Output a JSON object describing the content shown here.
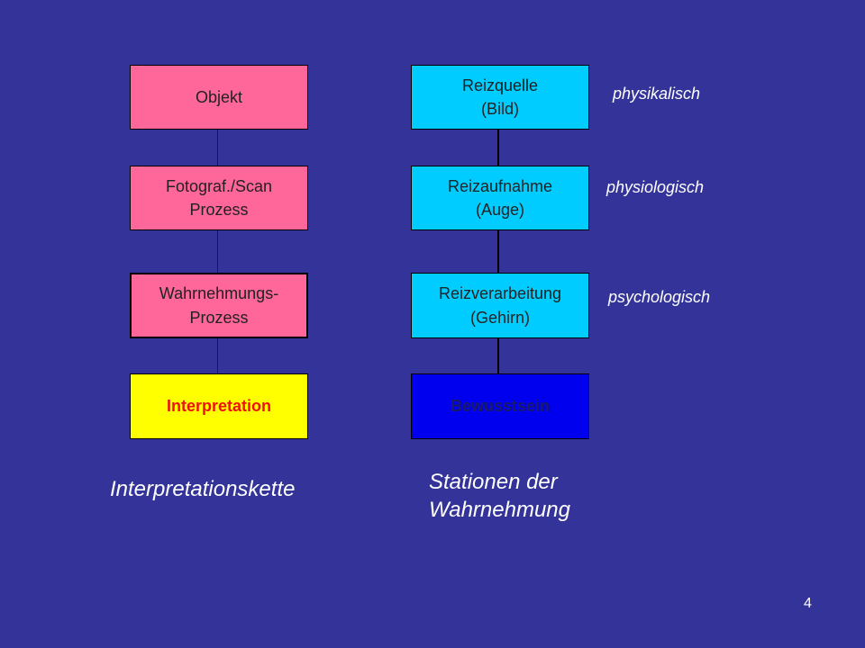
{
  "left_chain": {
    "nodes": [
      {
        "label": "Objekt"
      },
      {
        "label": "Fotograf./Scan\nProzess"
      },
      {
        "label": "Wahrnehmungs-\nProzess"
      },
      {
        "label": "Interpretation"
      }
    ],
    "caption": "Interpretationskette"
  },
  "right_chain": {
    "nodes": [
      {
        "label": "Reizquelle\n(Bild)"
      },
      {
        "label": "Reizaufnahme\n(Auge)"
      },
      {
        "label": "Reizverarbeitung\n(Gehirn)"
      },
      {
        "label": "Bewusstsein"
      }
    ],
    "caption": "Stationen der\nWahrnehmung"
  },
  "side_labels": [
    "physikalisch",
    "physiologisch",
    "psychologisch"
  ],
  "page_number": "4",
  "colors": {
    "background": "#333399",
    "left_boxes": "#ff6699",
    "interpretation_box": "#ffff00",
    "right_boxes": "#00ccff",
    "bewusstsein_box": "#0000ee"
  }
}
